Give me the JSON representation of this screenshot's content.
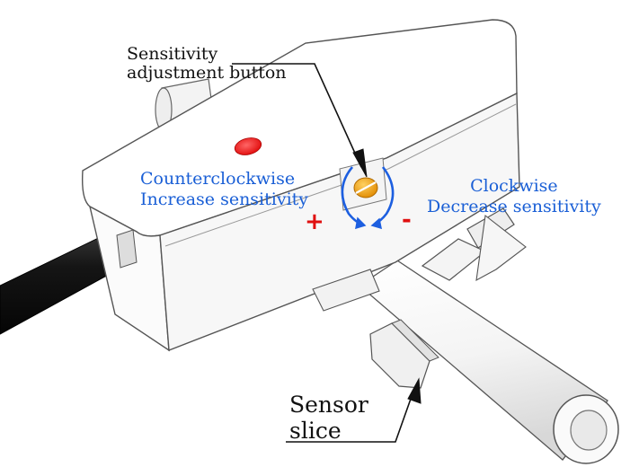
{
  "labels": {
    "sensitivity_button": [
      "Sensitivity",
      "adjustment button"
    ],
    "counterclockwise": [
      "Counterclockwise",
      "Increase sensitivity"
    ],
    "clockwise": [
      "Clockwise",
      "Decrease sensitivity"
    ],
    "plus": "+",
    "minus": "-",
    "sensor_slice": [
      "Sensor",
      "slice"
    ]
  },
  "colors": {
    "label_blue": "#1a5fd6",
    "sign_red": "#e01010",
    "indicator_red": "#ee1111",
    "knob_orange": "#f5a000",
    "arrow_blue": "#1d5fe0",
    "cable": "#141414",
    "body_outline": "#555555",
    "text": "#111111"
  },
  "icons": {
    "rotation": "curved-rotation-arrows-icon",
    "indicator": "red-led-indicator-icon",
    "knob": "adjustment-screw-knob-icon",
    "pointer": "callout-arrow-icon"
  }
}
